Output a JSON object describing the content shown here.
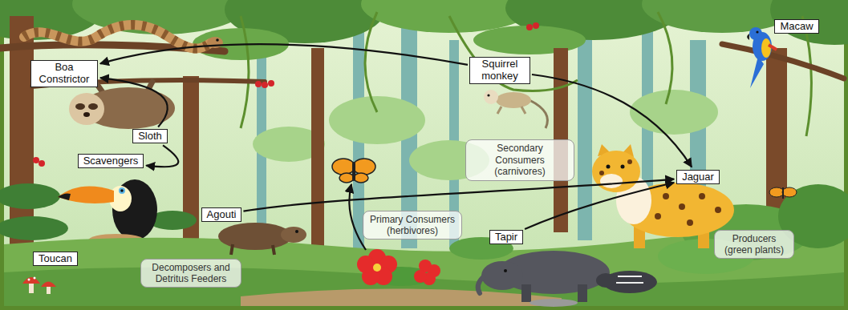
{
  "diagram": {
    "nodes": [
      {
        "text": [
          "Boa Constrictor"
        ]
      },
      {
        "text": [
          "Squirrel monkey"
        ]
      },
      {
        "text": [
          "Macaw"
        ]
      },
      {
        "text": [
          "Sloth"
        ]
      },
      {
        "text": [
          "Scavengers"
        ]
      },
      {
        "text": [
          "Secondary Consumers (carnivores)"
        ]
      },
      {
        "text": [
          "Jaguar"
        ]
      },
      {
        "text": [
          "Agouti"
        ]
      },
      {
        "text": [
          "Primary Consumers (herbivores)"
        ]
      },
      {
        "text": [
          "Tapir"
        ]
      },
      {
        "text": [
          "Producers (green plants)"
        ]
      },
      {
        "text": [
          "Toucan"
        ]
      },
      {
        "text": [
          "Decomposers and Detritus Feeders"
        ]
      }
    ],
    "edges": [
      {
        "from": 1,
        "to": 0,
        "arrow": "to"
      },
      {
        "from": 3,
        "to": 0,
        "arrow": "to"
      },
      {
        "from": 3,
        "to": 4,
        "arrow": "to"
      },
      {
        "from": 1,
        "to": 6,
        "arrow": "to"
      },
      {
        "from": 7,
        "to": 6,
        "arrow": "to"
      },
      {
        "from": 9,
        "to": 6,
        "arrow": "to"
      }
    ]
  }
}
